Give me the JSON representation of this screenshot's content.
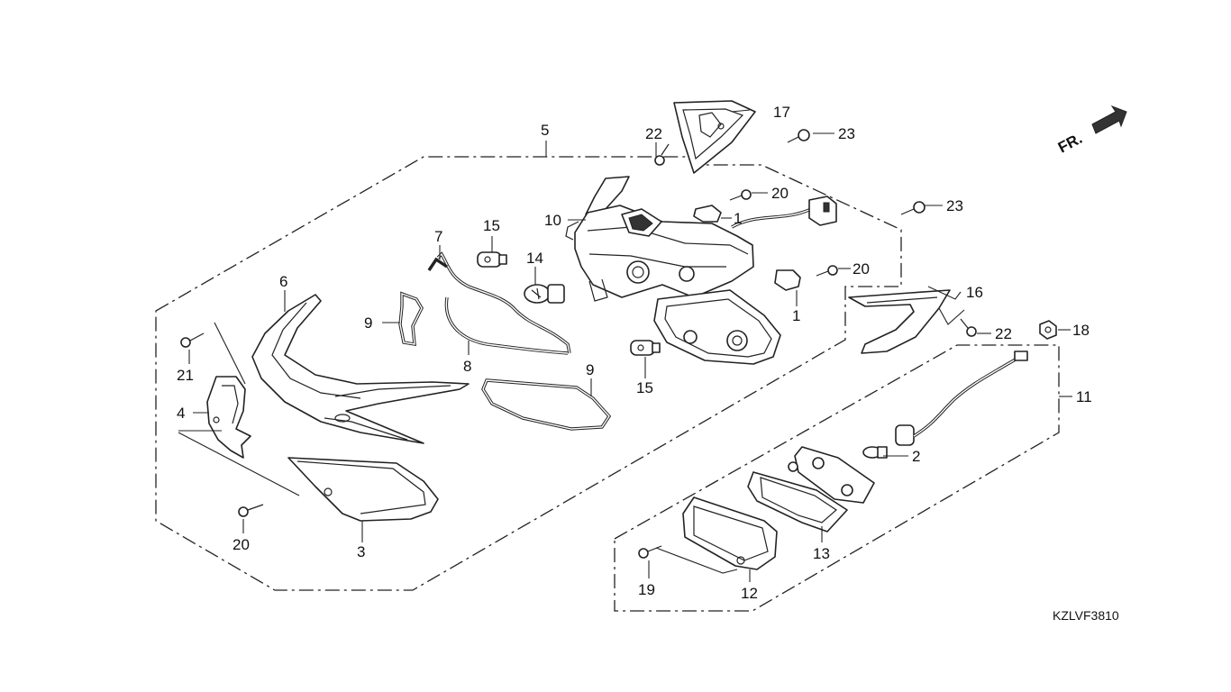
{
  "diagram": {
    "code": "KZLVF3810",
    "direction_label": "FR.",
    "callouts": {
      "c1a": "1",
      "c1b": "1",
      "c2": "2",
      "c3": "3",
      "c4": "4",
      "c5": "5",
      "c6": "6",
      "c7": "7",
      "c8": "8",
      "c9a": "9",
      "c9b": "9",
      "c10": "10",
      "c11": "11",
      "c12": "12",
      "c13": "13",
      "c14": "14",
      "c15a": "15",
      "c15b": "15",
      "c16": "16",
      "c17": "17",
      "c18": "18",
      "c19": "19",
      "c20a": "20",
      "c20b": "20",
      "c20c": "20",
      "c21": "21",
      "c22a": "22",
      "c22b": "22",
      "c23a": "23",
      "c23b": "23"
    }
  }
}
